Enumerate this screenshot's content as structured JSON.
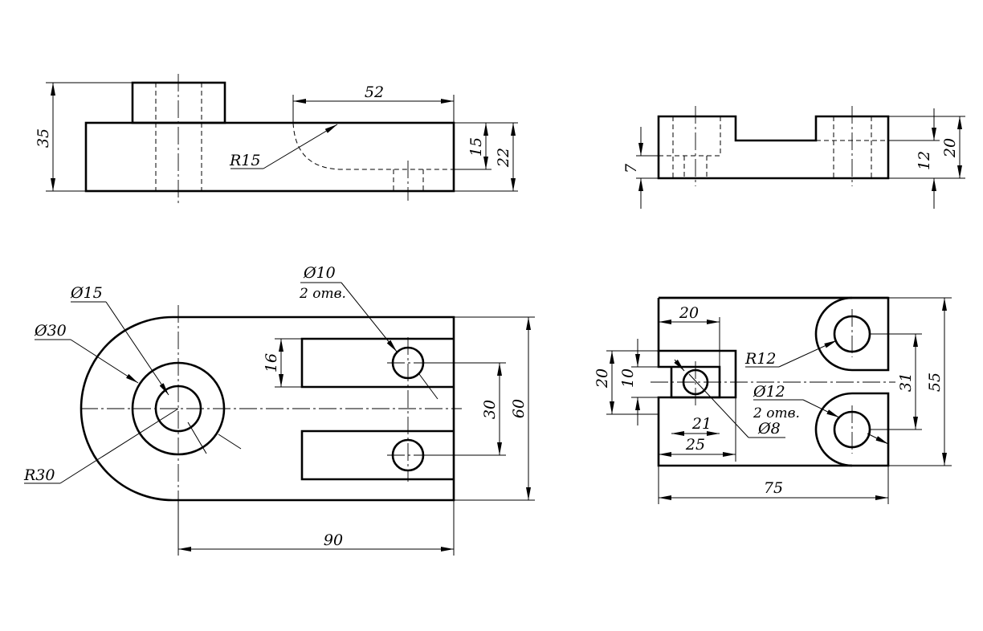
{
  "front_view": {
    "height_total": "35",
    "radius_cut": "R15",
    "length_cut": "52",
    "height_slot": "15",
    "height_base": "22"
  },
  "top_view": {
    "dia_inner": "Ø15",
    "dia_outer": "Ø30",
    "radius_end": "R30",
    "dia_holes": "Ø10",
    "holes_count": "2 отв.",
    "slot_width": "16",
    "hole_spacing": "30",
    "width": "60",
    "length": "90"
  },
  "side_view": {
    "step_height": "7",
    "slot_depth": "12",
    "height": "20"
  },
  "bottom_view": {
    "pocket_width": "20",
    "radius_lugs": "R12",
    "dia_holes": "Ø12",
    "holes_count": "2 отв.",
    "pocket_outer": "20",
    "pocket_inner": "10",
    "dia_small": "Ø8",
    "dim_21": "21",
    "dim_25": "25",
    "hole_spacing": "31",
    "height": "55",
    "length": "75"
  }
}
